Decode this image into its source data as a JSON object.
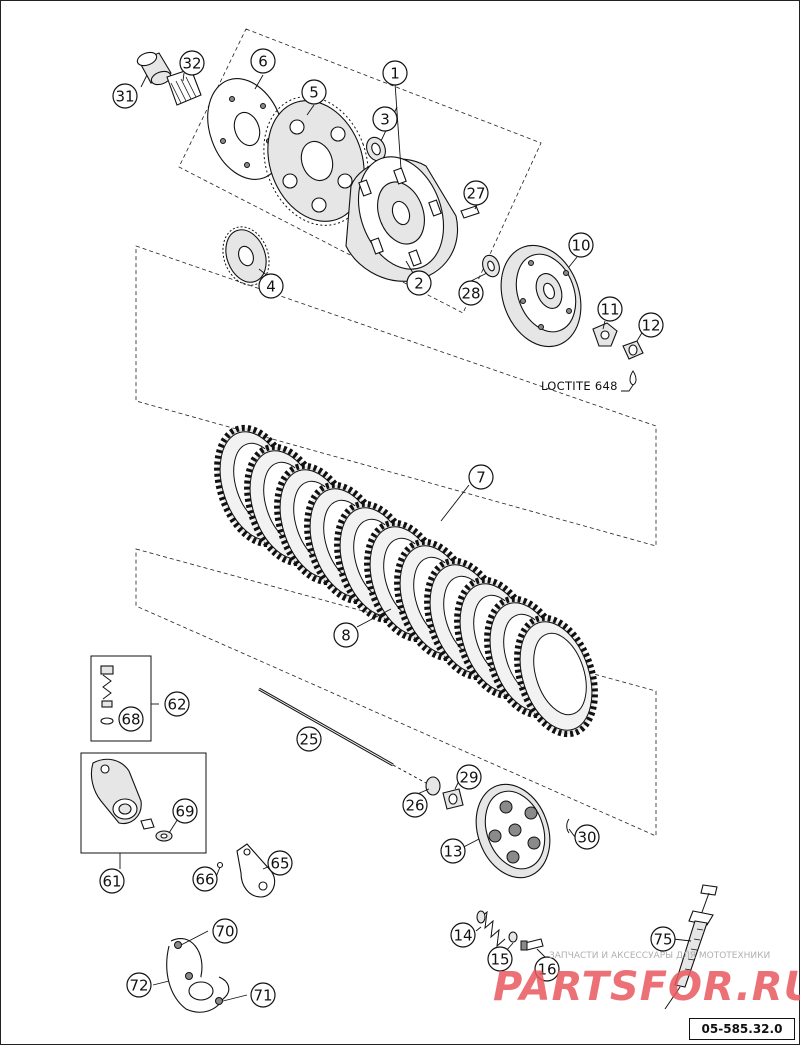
{
  "callouts": [
    {
      "id": "c1",
      "label": "1"
    },
    {
      "id": "c2",
      "label": "2"
    },
    {
      "id": "c3",
      "label": "3"
    },
    {
      "id": "c4",
      "label": "4"
    },
    {
      "id": "c5",
      "label": "5"
    },
    {
      "id": "c6",
      "label": "6"
    },
    {
      "id": "c7",
      "label": "7"
    },
    {
      "id": "c8",
      "label": "8"
    },
    {
      "id": "c10",
      "label": "10"
    },
    {
      "id": "c11",
      "label": "11"
    },
    {
      "id": "c12",
      "label": "12"
    },
    {
      "id": "c13",
      "label": "13"
    },
    {
      "id": "c14",
      "label": "14"
    },
    {
      "id": "c15",
      "label": "15"
    },
    {
      "id": "c16",
      "label": "16"
    },
    {
      "id": "c25",
      "label": "25"
    },
    {
      "id": "c26",
      "label": "26"
    },
    {
      "id": "c27",
      "label": "27"
    },
    {
      "id": "c28",
      "label": "28"
    },
    {
      "id": "c29",
      "label": "29"
    },
    {
      "id": "c30",
      "label": "30"
    },
    {
      "id": "c31",
      "label": "31"
    },
    {
      "id": "c32",
      "label": "32"
    },
    {
      "id": "c61",
      "label": "61"
    },
    {
      "id": "c62",
      "label": "62"
    },
    {
      "id": "c65",
      "label": "65"
    },
    {
      "id": "c66",
      "label": "66"
    },
    {
      "id": "c68",
      "label": "68"
    },
    {
      "id": "c69",
      "label": "69"
    },
    {
      "id": "c70",
      "label": "70"
    },
    {
      "id": "c71",
      "label": "71"
    },
    {
      "id": "c72",
      "label": "72"
    },
    {
      "id": "c75",
      "label": "75"
    }
  ],
  "note_loctite": "LOCTITE 648",
  "drawing_ref": "05-585.32.0",
  "watermark": {
    "tagline": "ЗАПЧАСТИ И АКСЕССУАРЫ ДЛЯ МОТОТЕХНИКИ",
    "logo": "PARTSFOR.RU"
  }
}
